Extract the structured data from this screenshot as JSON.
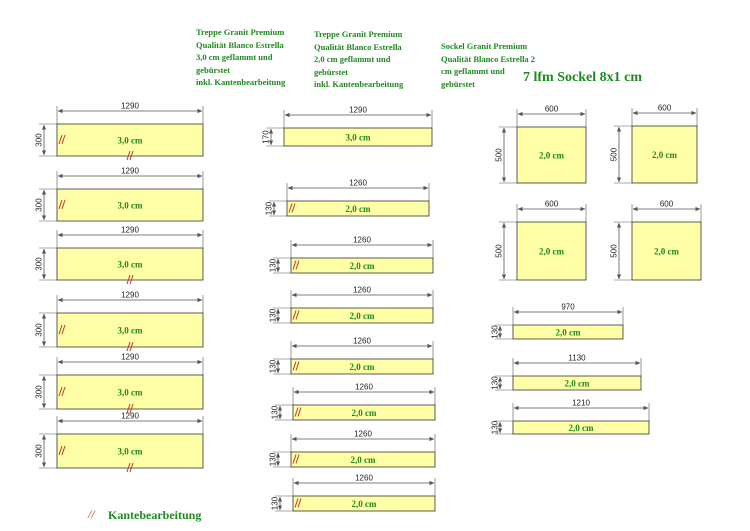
{
  "headers": [
    "Treppe Granit Premium\nQualität Blanco Estrella\n3,0 cm geflammt und\ngebürstet\ninkl. Kantenbearbeitung",
    "Treppe Granit Premium\nQualität Blanco Estrella\n2,0 cm geflammt und\ngebürstet\ninkl. Kantenbearbeitung",
    "Sockel Granit Premium\nQualität Blanco Estrella 2\ncm geflammt und\ngebürstet"
  ],
  "summary": "7 lfm Sockel 8x1 cm",
  "legend": {
    "mark": "//",
    "label": "Kantebearbeitung"
  },
  "colors": {
    "slab_fill": "#ffffa8",
    "slab_label": "#1f8a1f",
    "edge_mark": "#c0392b",
    "dimension": "#555555"
  },
  "groups": [
    {
      "slabs": [
        {
          "length": "1290",
          "width": "300",
          "label": "3,0 cm",
          "edge_marks": [
            "left",
            "bottom"
          ]
        },
        {
          "length": "1290",
          "width": "300",
          "label": "3,0 cm",
          "edge_marks": [
            "left"
          ]
        },
        {
          "length": "1290",
          "width": "300",
          "label": "3,0 cm",
          "edge_marks": [
            "bottom"
          ]
        },
        {
          "length": "1290",
          "width": "300",
          "label": "3,0 cm",
          "edge_marks": [
            "left",
            "bottom"
          ]
        },
        {
          "length": "1290",
          "width": "300",
          "label": "3,0 cm",
          "edge_marks": [
            "left",
            "bottom"
          ]
        },
        {
          "length": "1290",
          "width": "300",
          "label": "3,0 cm",
          "edge_marks": [
            "left",
            "bottom"
          ]
        }
      ]
    },
    {
      "slabs": [
        {
          "length": "1290",
          "width": "170",
          "label": "3,0 cm",
          "edge_marks": []
        },
        {
          "length": "1260",
          "width": "130",
          "label": "2,0 cm",
          "edge_marks": [
            "left"
          ]
        },
        {
          "length": "1260",
          "width": "130",
          "label": "2,0 cm",
          "edge_marks": [
            "left"
          ]
        },
        {
          "length": "1260",
          "width": "130",
          "label": "2,0 cm",
          "edge_marks": [
            "left"
          ]
        },
        {
          "length": "1260",
          "width": "130",
          "label": "2,0 cm",
          "edge_marks": [
            "left"
          ]
        },
        {
          "length": "1260",
          "width": "130",
          "label": "2,0 cm",
          "edge_marks": [
            "left"
          ]
        },
        {
          "length": "1260",
          "width": "130",
          "label": "2,0 cm",
          "edge_marks": [
            "left"
          ]
        },
        {
          "length": "1260",
          "width": "130",
          "label": "2,0 cm",
          "edge_marks": [
            "left"
          ]
        }
      ]
    },
    {
      "slabs": [
        {
          "length": "600",
          "width": "500",
          "label": "2,0 cm",
          "edge_marks": []
        },
        {
          "length": "600",
          "width": "500",
          "label": "2,0 cm",
          "edge_marks": []
        },
        {
          "length": "600",
          "width": "500",
          "label": "2,0 cm",
          "edge_marks": []
        },
        {
          "length": "600",
          "width": "500",
          "label": "2,0 cm",
          "edge_marks": []
        },
        {
          "length": "970",
          "width": "130",
          "label": "2,0 cm",
          "edge_marks": []
        },
        {
          "length": "1130",
          "width": "130",
          "label": "2,0 cm",
          "edge_marks": []
        },
        {
          "length": "1210",
          "width": "130",
          "label": "2,0 cm",
          "edge_marks": []
        }
      ]
    }
  ]
}
